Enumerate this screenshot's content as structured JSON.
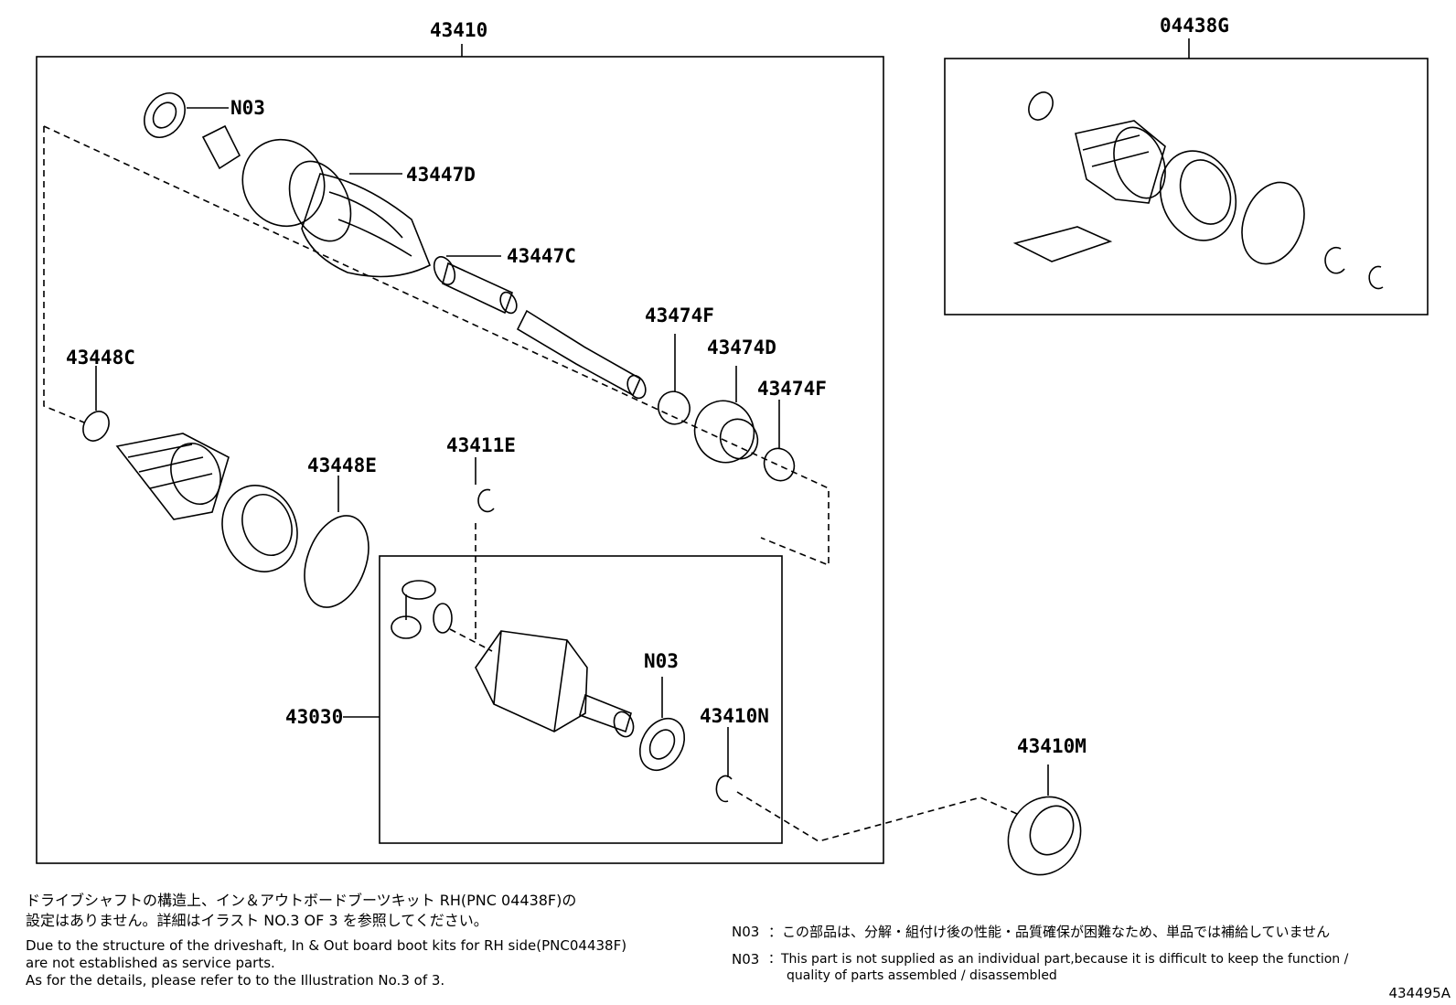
{
  "labels": {
    "assembly": "43410",
    "boot_kit": "04438G",
    "n03_top": "N03",
    "boot_clamp_d": "43447D",
    "boot_clamp_c": "43447C",
    "dust_ring_f1": "43474F",
    "damper": "43474D",
    "dust_ring_f2": "43474F",
    "boot_clamp_448c": "43448C",
    "boot_clamp_448e": "43448E",
    "snap_ring_411e": "43411E",
    "n03_inboard": "N03",
    "inboard_joint": "43030",
    "snap_ring_410n": "43410N",
    "bearing_410m": "43410M"
  },
  "notes": {
    "jp_line1": "ドライブシャフトの構造上、イン＆アウトボードブーツキット RH(PNC 04438F)の",
    "jp_line2": "設定はありません。詳細はイラスト NO.3 OF 3 を参照してください。",
    "en_line1": "Due to the structure of the driveshaft, In & Out board  boot kits for RH side(PNC04438F)",
    "en_line2": "are not established as service parts.",
    "en_line3": "As for the details, please refer to to the Illustration No.3 of 3.",
    "n03_jp_key": "N03",
    "n03_jp": "：この部品は、分解・組付け後の性能・品質確保が困難なため、単品では補給していません",
    "n03_en_key": "N03",
    "n03_en_line1": "：This part is not supplied as an individual part,because it is difficult to keep the function /",
    "n03_en_line2": "quality of parts assembled / disassembled"
  },
  "figure_number": "434495A"
}
